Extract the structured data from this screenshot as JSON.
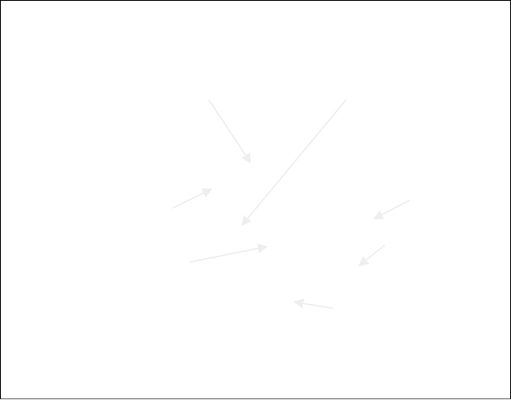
{
  "diagram": {
    "kind": "arrow-sketch",
    "background_color": "#ffffff",
    "frame_color": "#000000",
    "arrow_color": "#eeeeee",
    "arrow_count": 7,
    "arrows": [
      {
        "name": "arrow-1",
        "direction": "down-right"
      },
      {
        "name": "arrow-2",
        "direction": "down-left"
      },
      {
        "name": "arrow-3",
        "direction": "up-right"
      },
      {
        "name": "arrow-4",
        "direction": "down-left"
      },
      {
        "name": "arrow-5",
        "direction": "right"
      },
      {
        "name": "arrow-6",
        "direction": "down-left"
      },
      {
        "name": "arrow-7",
        "direction": "left"
      }
    ]
  }
}
